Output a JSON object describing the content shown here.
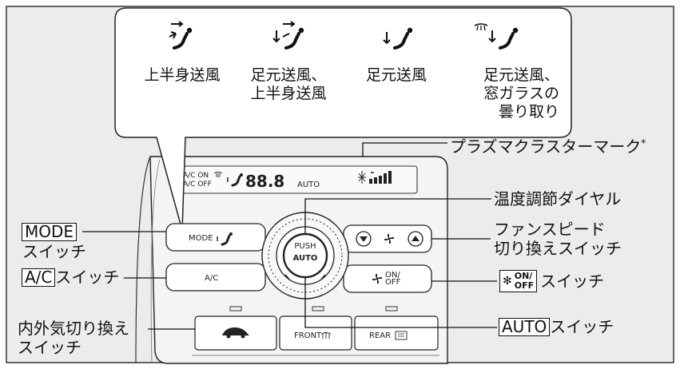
{
  "airflow_modes": [
    {
      "icon": "upper-body-airflow-icon",
      "label": "上半身送風"
    },
    {
      "icon": "floor-and-upper-airflow-icon",
      "label": "足元送風、\n上半身送風"
    },
    {
      "icon": "floor-airflow-icon",
      "label": "足元送風"
    },
    {
      "icon": "floor-and-defrost-airflow-icon",
      "label": "足元送風、\n窓ガラスの\n曇り取り"
    }
  ],
  "callouts": {
    "plasmacluster": "プラズマクラスターマーク",
    "plasmacluster_note": "*",
    "temp_dial": "温度調節ダイヤル",
    "fan_speed_line1": "ファンスピード",
    "fan_speed_line2": "切り換えスイッチ",
    "fan_onoff_box_top": "ON/",
    "fan_onoff_box_bottom": "OFF",
    "fan_onoff_suffix": "スイッチ",
    "auto_box": "AUTO",
    "auto_suffix": "スイッチ",
    "mode_box": "MODE",
    "mode_line2": "スイッチ",
    "ac_box": "A/C",
    "ac_suffix": "スイッチ",
    "recirc_line1": "内外気切り換え",
    "recirc_line2": "スイッチ"
  },
  "panel": {
    "lcd_ac_on": "A/C ON",
    "lcd_ac_off": "A/C OFF",
    "lcd_temp": "88.8",
    "lcd_auto": "AUTO",
    "mode_btn": "MODE",
    "ac_btn": "A/C",
    "dial_push": "PUSH",
    "dial_auto": "AUTO",
    "fan_btn_on": "ON/",
    "fan_btn_off": "OFF",
    "front_btn": "FRONT",
    "rear_btn": "REAR"
  },
  "colors": {
    "panel": "#ffffff",
    "frame_bg": "#ececec",
    "stroke": "#111111"
  }
}
